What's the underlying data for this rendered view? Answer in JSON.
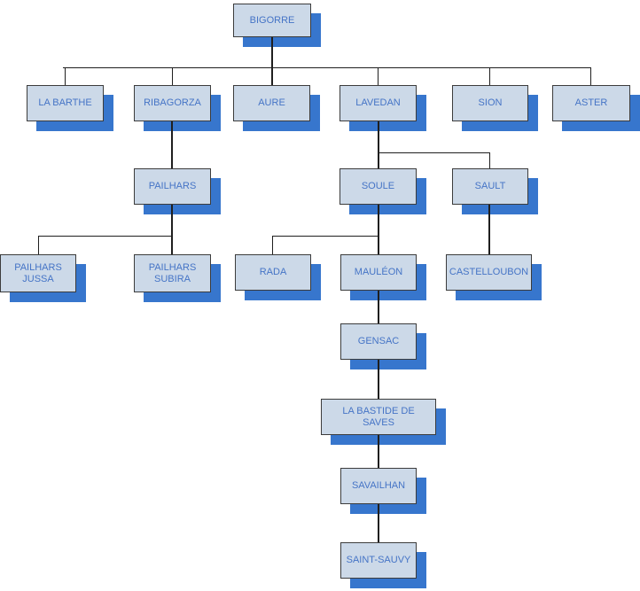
{
  "diagram": {
    "type": "org-chart-genealogy-tree",
    "background_color": "#ffffff"
  },
  "palette": {
    "node_fill": "#ccd9e8",
    "node_border": "#3c3c3c",
    "node_shadow": "#3776cd",
    "label_color": "#4574c6",
    "connector_color": "#1f1f1f"
  },
  "nodes": {
    "bigorre": {
      "label": "BIGORRE"
    },
    "la_barthe": {
      "label": "LA BARTHE"
    },
    "ribagorza": {
      "label": "RIBAGORZA"
    },
    "aure": {
      "label": "AURE"
    },
    "lavedan": {
      "label": "LAVEDAN"
    },
    "sion": {
      "label": "SION"
    },
    "aster": {
      "label": "ASTER"
    },
    "pailhars": {
      "label": "PAILHARS"
    },
    "soule": {
      "label": "SOULE"
    },
    "sault": {
      "label": "SAULT"
    },
    "pailhars_jussa": {
      "label": "PAILHARS JUSSA"
    },
    "pailhars_subira": {
      "label": "PAILHARS SUBIRA"
    },
    "rada": {
      "label": "RADA"
    },
    "mauleon": {
      "label": "MAULÉON"
    },
    "castelloubon": {
      "label": "CASTELLOUBON"
    },
    "gensac": {
      "label": "GENSAC"
    },
    "la_bastide_de_saves": {
      "label": "LA BASTIDE DE SAVES"
    },
    "savailhan": {
      "label": "SAVAILHAN"
    },
    "saint_sauvy": {
      "label": "SAINT-SAUVY"
    }
  },
  "edges": [
    [
      "BIGORRE",
      "LA BARTHE"
    ],
    [
      "BIGORRE",
      "RIBAGORZA"
    ],
    [
      "BIGORRE",
      "AURE"
    ],
    [
      "BIGORRE",
      "LAVEDAN"
    ],
    [
      "BIGORRE",
      "SION"
    ],
    [
      "BIGORRE",
      "ASTER"
    ],
    [
      "RIBAGORZA",
      "PAILHARS"
    ],
    [
      "PAILHARS",
      "PAILHARS JUSSA"
    ],
    [
      "PAILHARS",
      "PAILHARS SUBIRA"
    ],
    [
      "LAVEDAN",
      "SOULE"
    ],
    [
      "LAVEDAN",
      "SAULT"
    ],
    [
      "SOULE",
      "RADA"
    ],
    [
      "SOULE",
      "MAULÉON"
    ],
    [
      "SAULT",
      "CASTELLOUBON"
    ],
    [
      "MAULÉON",
      "GENSAC"
    ],
    [
      "GENSAC",
      "LA BASTIDE DE SAVES"
    ],
    [
      "LA BASTIDE DE SAVES",
      "SAVAILHAN"
    ],
    [
      "SAVAILHAN",
      "SAINT-SAUVY"
    ]
  ]
}
